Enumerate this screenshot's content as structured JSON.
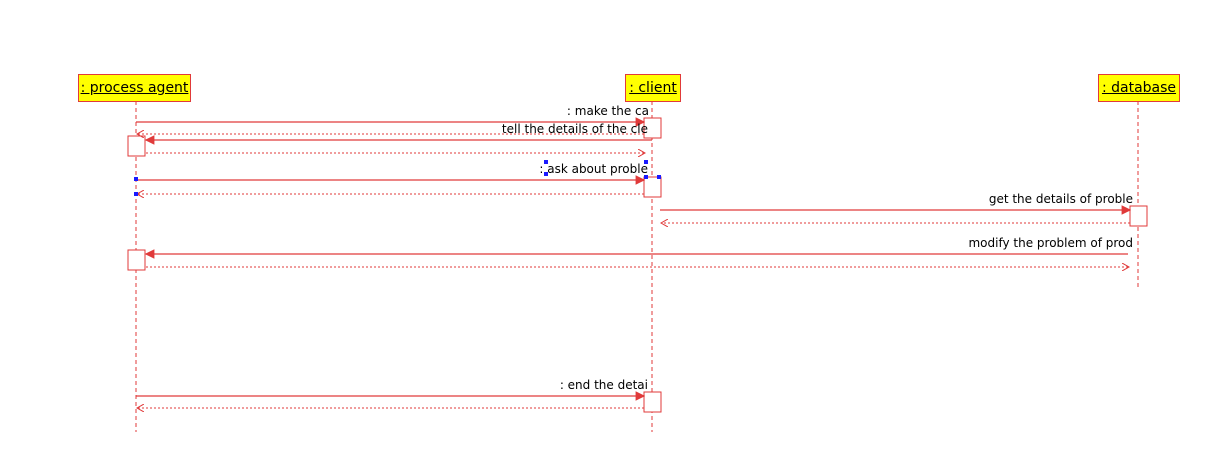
{
  "lifelines": [
    {
      "id": "process-agent",
      "label": ": process agent"
    },
    {
      "id": "client",
      "label": ": client"
    },
    {
      "id": "database",
      "label": ": database"
    }
  ],
  "messages": [
    {
      "id": "make-call",
      "label": ": make the ca"
    },
    {
      "id": "tell-details",
      "label": "tell the details of the cle"
    },
    {
      "id": "ask-problem",
      "label": ": ask about proble"
    },
    {
      "id": "get-details",
      "label": "get the details of proble"
    },
    {
      "id": "modify-problem",
      "label": "modify the problem of prod"
    },
    {
      "id": "end-details",
      "label": ": end the detai"
    }
  ],
  "colors": {
    "line": "#e03a3a",
    "lifeline_fill": "#ffff00",
    "selection": "#1a1aff"
  }
}
